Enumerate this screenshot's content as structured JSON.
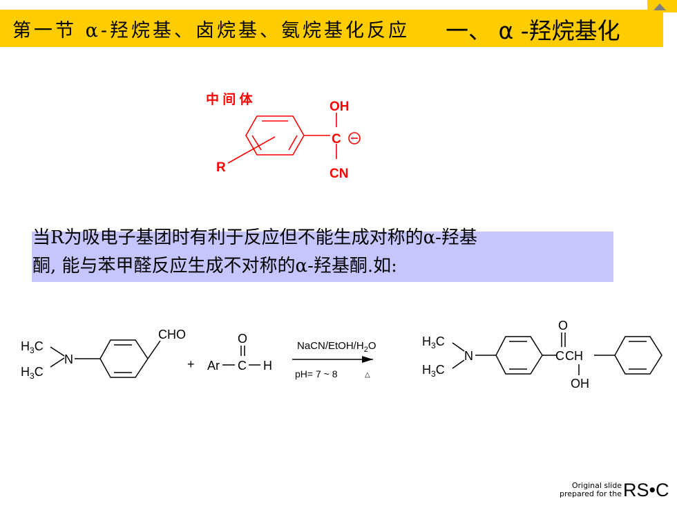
{
  "title": {
    "main": "第一节 α-羟烷基、卤烷基、氨烷基化反应",
    "sub": "一、 α -羟烷基化"
  },
  "intermediate": {
    "label": "中 间 体",
    "oh": "OH",
    "c": "C",
    "minus": "⊖",
    "cn": "CN",
    "r": "R"
  },
  "paragraph": {
    "line1": "当R为吸电子基团时有利于反应但不能生成对称的α-羟基",
    "line2": "酮, 能与苯甲醛反应生成不对称的α-羟基酮.如:"
  },
  "reaction": {
    "h3c": "H3C",
    "n": "N",
    "cho": "CHO",
    "plus": "+",
    "ar": "Ar",
    "o": "O",
    "c": "C",
    "h": "H",
    "conditions_top": "NaCN/EtOH/H2O",
    "conditions_bottom": "pH= 7 ~ 8",
    "heat": "△",
    "product_ch": "CH",
    "product_oh": "OH"
  },
  "footer": {
    "line1": "Original slide",
    "line2": "prepared for the",
    "logo": "RS•C"
  },
  "colors": {
    "title_bar": "#ffcc00",
    "highlight": "#c6c6ff",
    "intermediate": "#ff0000"
  }
}
